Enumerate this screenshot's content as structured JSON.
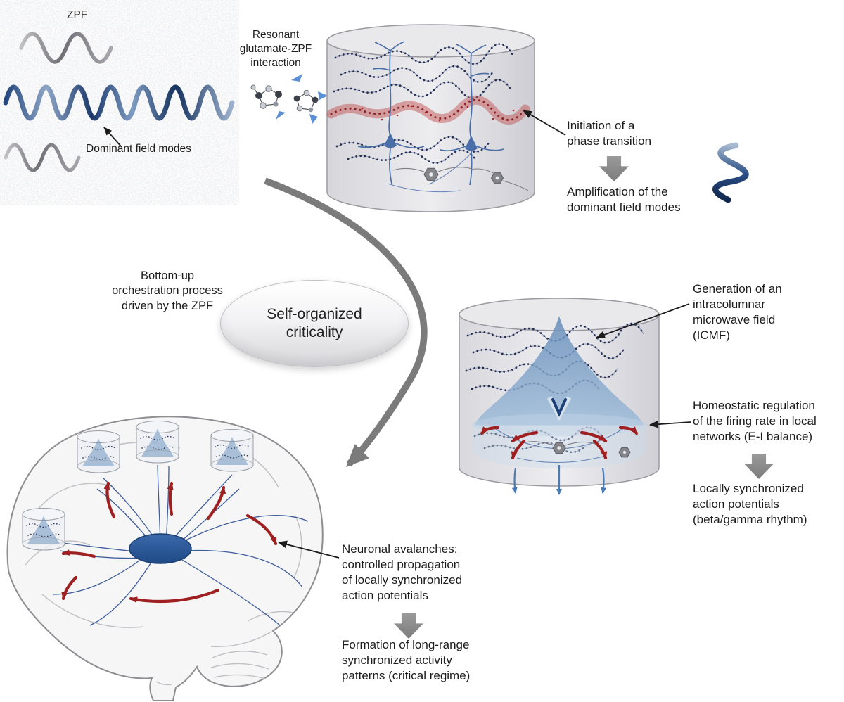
{
  "title": "Self-organized criticality orchestration diagram",
  "labels": {
    "zpf": "ZPF",
    "dominant_field_modes": "Dominant field modes",
    "resonant_interaction": "Resonant\nglutamate-ZPF\ninteraction",
    "initiation": "Initiation of a\nphase transition",
    "amplification": "Amplification of the\ndominant field modes",
    "bottom_up": "Bottom-up\norchestration process\ndriven by the ZPF",
    "soc": "Self-organized\ncriticality",
    "icmf": "Generation of an\nintracolumnar\nmicrowave field\n(ICMF)",
    "homeostatic": "Homeostatic regulation\nof the firing rate in local\nnetworks (E-I balance)",
    "locally_synchronized": "Locally synchronized\naction potentials\n(beta/gamma rhythm)",
    "avalanches": "Neuronal avalanches:\ncontrolled propagation\nof locally synchronized\naction potentials",
    "formation": "Formation of long-range\nsynchronized activity\npatterns (critical regime)"
  },
  "icons": {
    "down_arrow": "block-down-arrow",
    "wave": "sine-wave",
    "curved_arrow": "curved-process-arrow",
    "column": "cortical-column-cylinder",
    "brain": "brain-illustration",
    "molecule": "glutamate-molecule"
  },
  "colors": {
    "wave_navy": "#1d3a6b",
    "neuron_navy": "#232f55",
    "neuron_blue": "#4a6fa8",
    "field_blue": "#6f94c0",
    "highlight_red": "#c25555",
    "arrow_red": "#9e2020",
    "hub_blue": "#2e5e9e",
    "gray_arrow": "#7d7d7d",
    "cylinder_fill": "#e8e8ec",
    "text": "#1c1c1c"
  }
}
